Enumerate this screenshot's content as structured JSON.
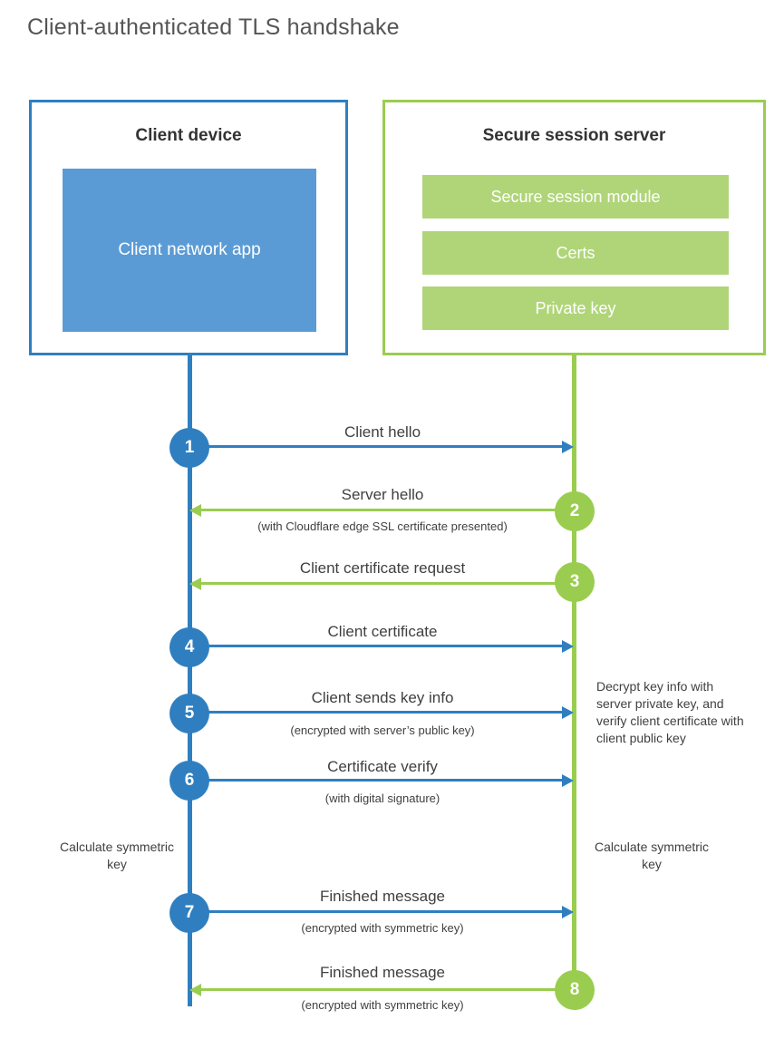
{
  "title": "Client-authenticated TLS handshake",
  "colors": {
    "client_blue": "#2f7fc0",
    "client_app_fill": "#5b9bd5",
    "server_green": "#9acd4f",
    "server_bar_fill": "#b0d579",
    "text": "#404040"
  },
  "client": {
    "title": "Client device",
    "app_label": "Client network app"
  },
  "server": {
    "title": "Secure session server",
    "bars": [
      "Secure session module",
      "Certs",
      "Private key"
    ]
  },
  "steps": [
    {
      "number": "1",
      "side": "client",
      "direction": "right",
      "label": "Client hello",
      "sub": ""
    },
    {
      "number": "2",
      "side": "server",
      "direction": "left",
      "label": "Server hello",
      "sub": "(with Cloudflare edge SSL certificate presented)"
    },
    {
      "number": "3",
      "side": "server",
      "direction": "left",
      "label": "Client certificate request",
      "sub": ""
    },
    {
      "number": "4",
      "side": "client",
      "direction": "right",
      "label": "Client certificate",
      "sub": ""
    },
    {
      "number": "5",
      "side": "client",
      "direction": "right",
      "label": "Client sends key info",
      "sub": "(encrypted with server’s public key)"
    },
    {
      "number": "6",
      "side": "client",
      "direction": "right",
      "label": "Certificate verify",
      "sub": "(with digital signature)"
    },
    {
      "number": "7",
      "side": "client",
      "direction": "right",
      "label": "Finished message",
      "sub": "(encrypted with symmetric key)"
    },
    {
      "number": "8",
      "side": "server",
      "direction": "left",
      "label": "Finished message",
      "sub": "(encrypted with symmetric key)"
    }
  ],
  "annotations": {
    "server_decrypt": "Decrypt key info with server private key, and verify client certificate with client public key",
    "client_calc": "Calculate symmetric key",
    "server_calc": "Calculate symmetric key"
  }
}
